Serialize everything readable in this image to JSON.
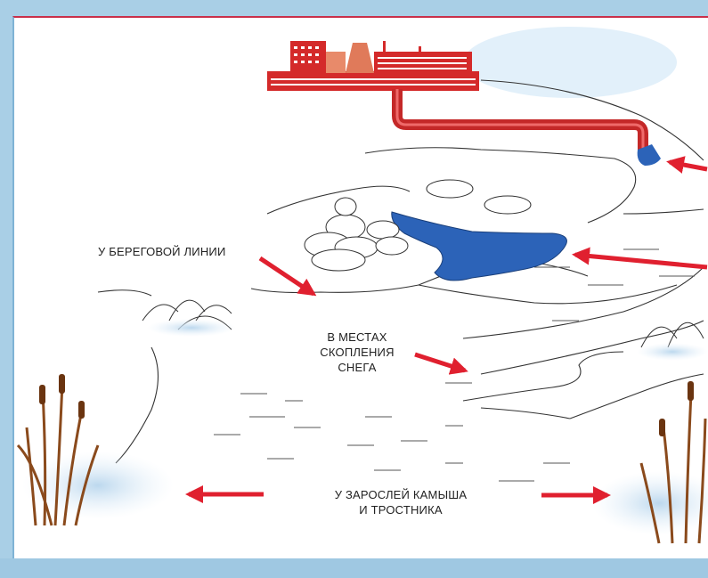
{
  "labels": {
    "shoreline": "У БЕРЕГОВОЙ ЛИНИИ",
    "snow_line1": "В МЕСТАХ",
    "snow_line2": "СКОПЛЕНИЯ",
    "snow_line3": "СНЕГА",
    "reeds_line1": "У ЗАРОСЛЕЙ КАМЫША",
    "reeds_line2": "И ТРОСТНИКА"
  },
  "colors": {
    "arrow": "#e0202f",
    "factory": "#d42a2a",
    "water": "#2c63b8",
    "ice": "#bcd8ee",
    "reeds": "#8a4a1c"
  }
}
